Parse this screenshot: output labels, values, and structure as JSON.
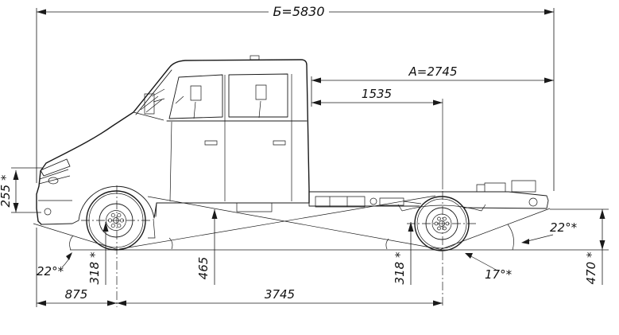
{
  "labels": {
    "overall_length": "Б=5830",
    "cab_to_rear": "А=2745",
    "cab_to_rear_axle": "1535",
    "front_height": "255 *",
    "approach_angle": "22°*",
    "front_overhang": "875",
    "front_axle_clearance": "318 *",
    "cab_clearance": "465",
    "wheelbase": "3745",
    "rear_axle_clearance": "318 *",
    "ramp_angle": "17°*",
    "departure_angle": "22°*",
    "rear_frame_height": "470 *"
  }
}
